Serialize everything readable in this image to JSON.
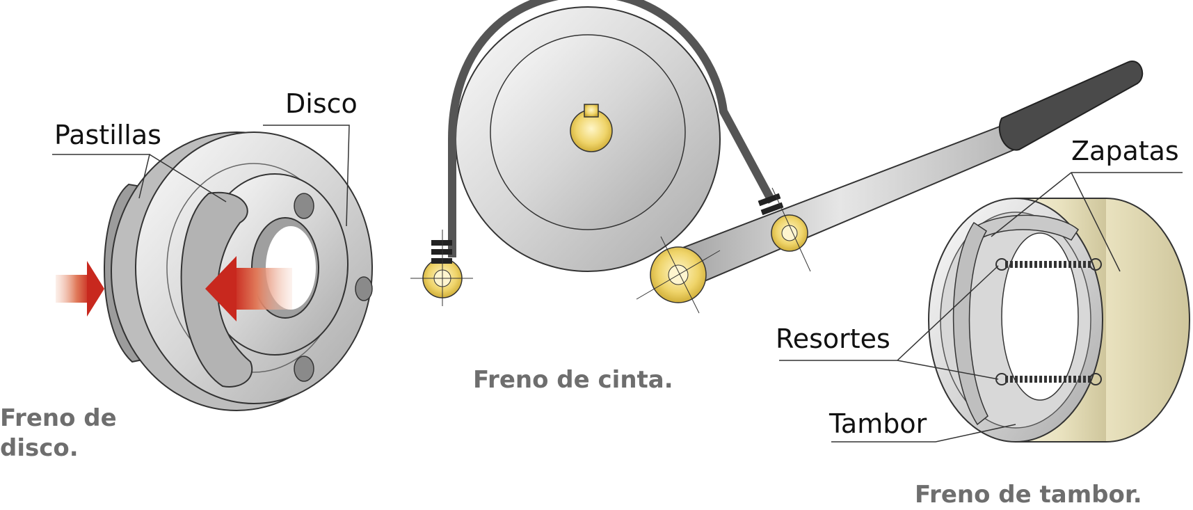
{
  "labels": {
    "disco": "Disco",
    "pastillas": "Pastillas",
    "zapatas": "Zapatas",
    "resortes": "Resortes",
    "tambor": "Tambor"
  },
  "captions": {
    "freno_disco_line1": "Freno de",
    "freno_disco_line2": "disco.",
    "freno_cinta": "Freno de cinta.",
    "freno_tambor": "Freno de tambor."
  },
  "colors": {
    "metal_light": "#f2f2f2",
    "metal_mid": "#c9c9c9",
    "metal_dark": "#8f8f8f",
    "band_dark": "#555555",
    "gold": "#e8c84a",
    "arrow_red": "#c8281e",
    "caption_gray": "#6e6e6e",
    "drum_cream": "#e9e2bf"
  }
}
